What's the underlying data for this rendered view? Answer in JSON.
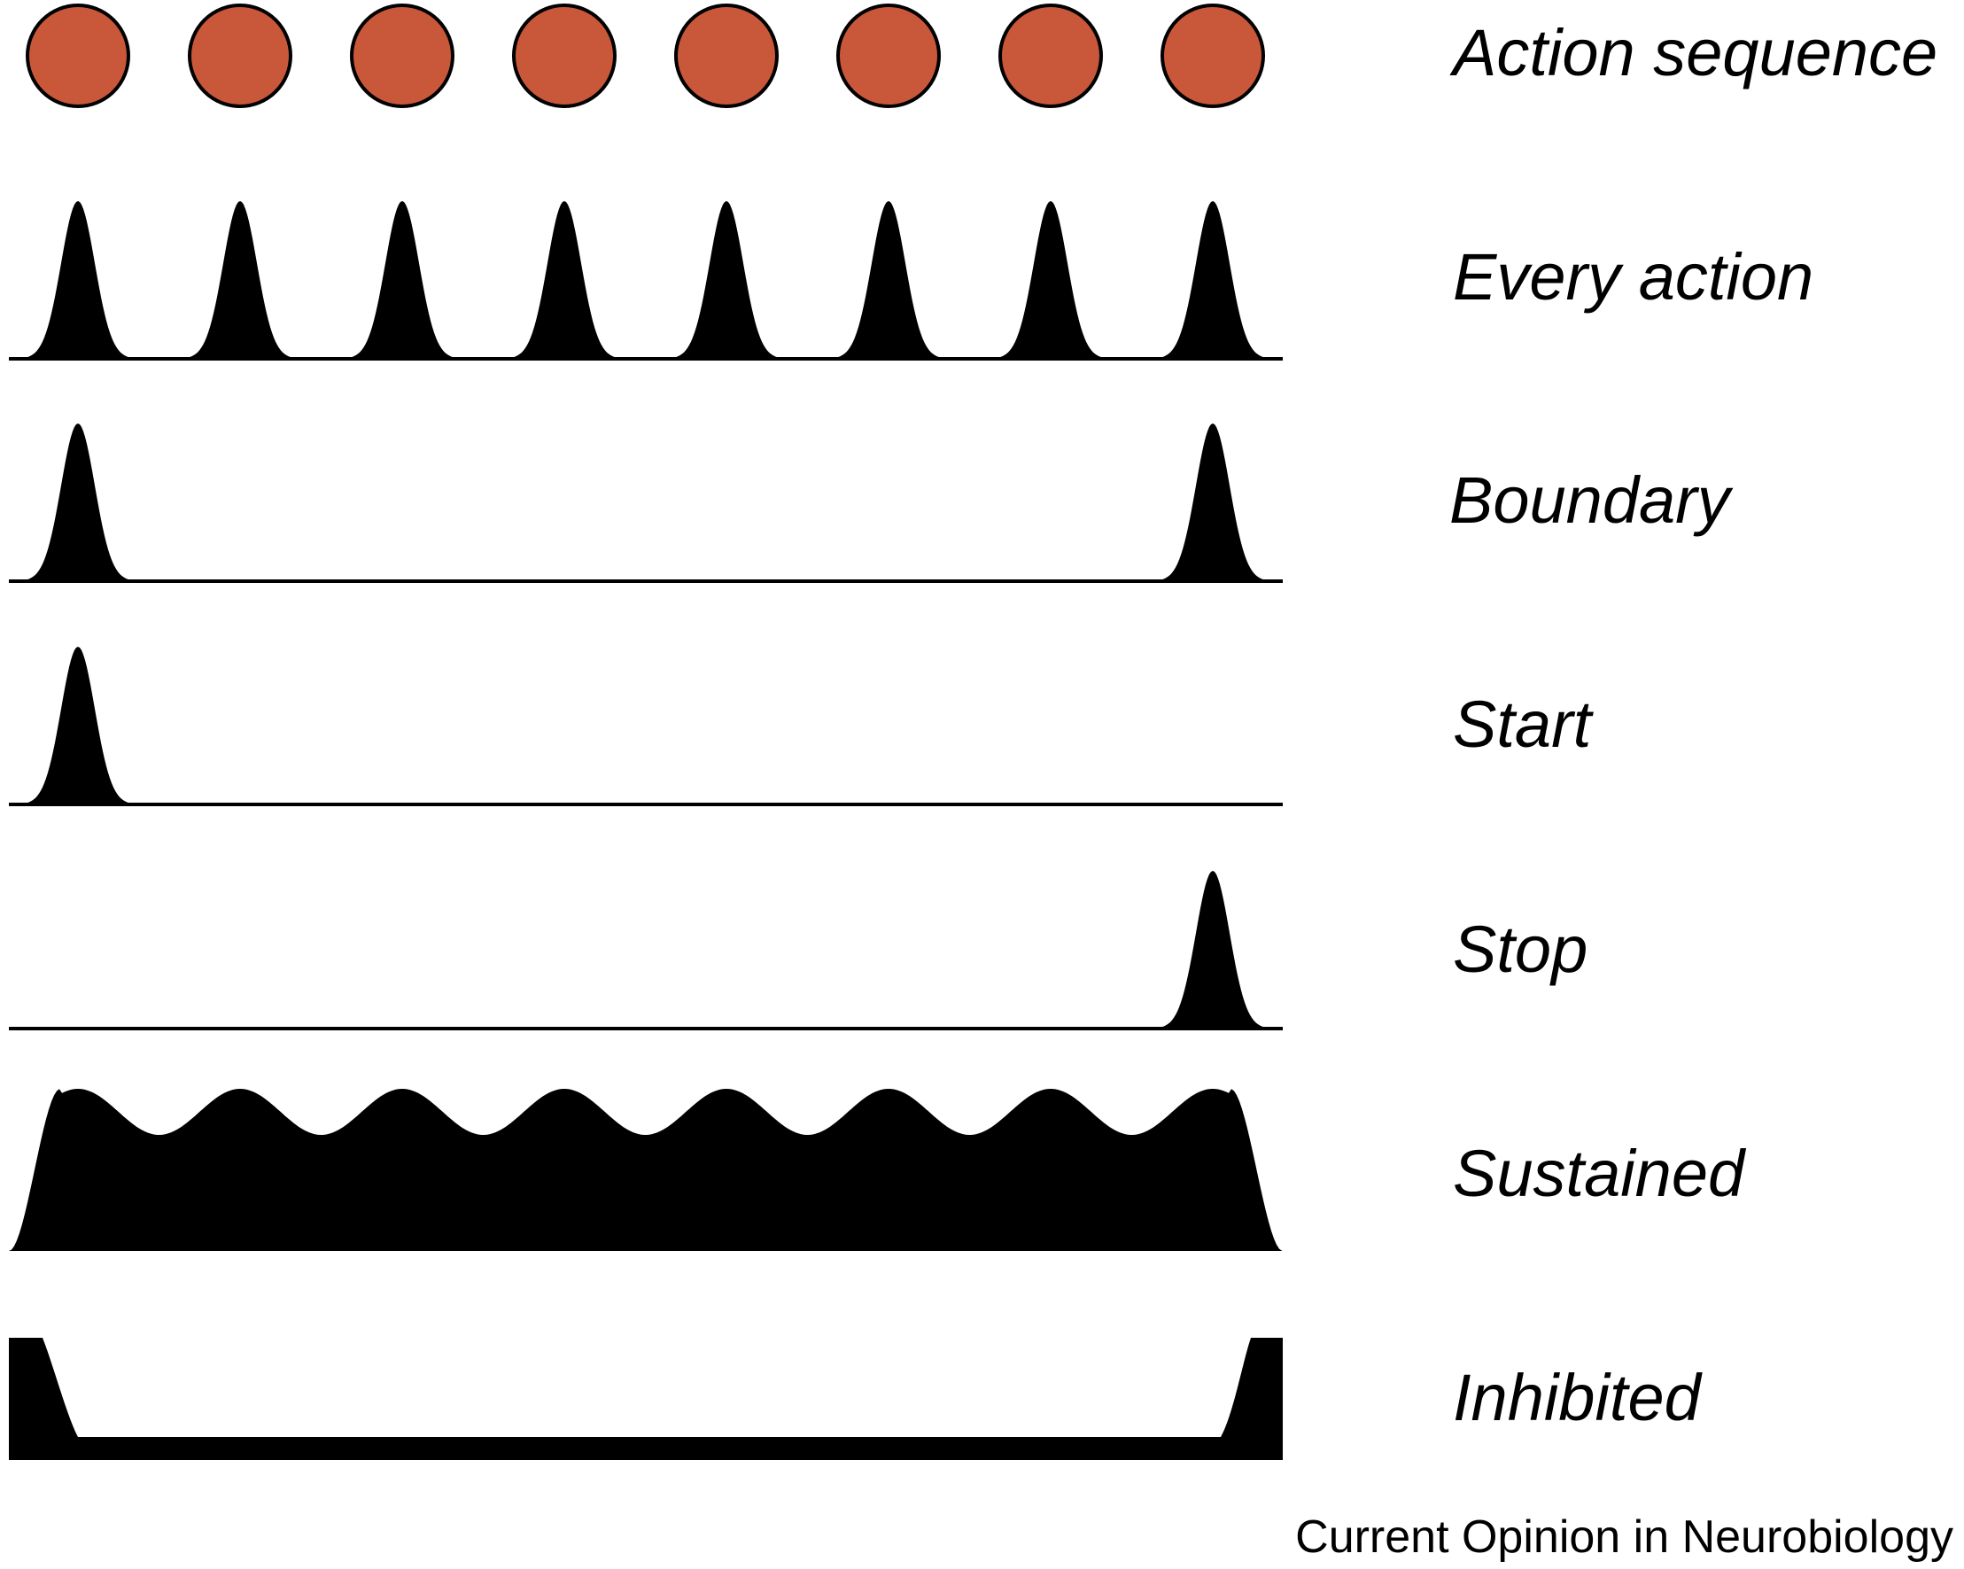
{
  "colors": {
    "action_dot": "#c9583a",
    "ink": "#000000",
    "background": "#ffffff"
  },
  "action_sequence": {
    "label": "Action sequence",
    "count": 8
  },
  "rows": [
    {
      "id": "every-action",
      "label": "Every action",
      "pattern": "every-action",
      "peaks": [
        1,
        2,
        3,
        4,
        5,
        6,
        7,
        8
      ]
    },
    {
      "id": "boundary",
      "label": "Boundary",
      "pattern": "boundary",
      "peaks": [
        1,
        8
      ]
    },
    {
      "id": "start",
      "label": "Start",
      "pattern": "start",
      "peaks": [
        1
      ]
    },
    {
      "id": "stop",
      "label": "Stop",
      "pattern": "stop",
      "peaks": [
        8
      ]
    },
    {
      "id": "sustained",
      "label": "Sustained",
      "pattern": "sustained",
      "peaks": []
    },
    {
      "id": "inhibited",
      "label": "Inhibited",
      "pattern": "inhibited",
      "peaks": []
    }
  ],
  "footer": {
    "source": "Current Opinion in Neurobiology"
  }
}
